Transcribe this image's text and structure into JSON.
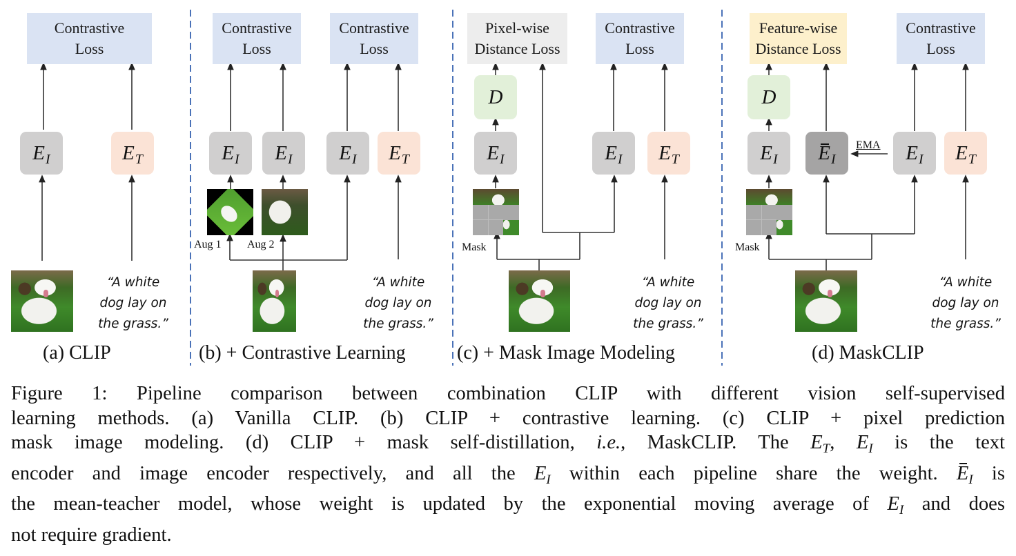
{
  "figure": {
    "panels": [
      {
        "id": "a",
        "subcaption": "(a) CLIP",
        "losses": [
          {
            "label": "Contrastive\nLoss",
            "color": "#dae3f3"
          }
        ],
        "encoders": [
          {
            "symbol": "E",
            "sub": "I",
            "type": "image"
          },
          {
            "symbol": "E",
            "sub": "T",
            "type": "text"
          }
        ],
        "text_input": "“A white\ndog lay on\nthe grass.”"
      },
      {
        "id": "b",
        "subcaption": "(b) + Contrastive Learning",
        "losses": [
          {
            "label": "Contrastive\nLoss",
            "color": "#dae3f3"
          },
          {
            "label": "Contrastive\nLoss",
            "color": "#dae3f3"
          }
        ],
        "encoders": [
          {
            "symbol": "E",
            "sub": "I",
            "type": "image"
          },
          {
            "symbol": "E",
            "sub": "I",
            "type": "image"
          },
          {
            "symbol": "E",
            "sub": "I",
            "type": "image"
          },
          {
            "symbol": "E",
            "sub": "T",
            "type": "text"
          }
        ],
        "aug_labels": [
          "Aug 1",
          "Aug 2"
        ],
        "text_input": "“A white\ndog lay on\nthe grass.”"
      },
      {
        "id": "c",
        "subcaption": "(c) + Mask Image Modeling",
        "losses": [
          {
            "label": "Pixel-wise\nDistance Loss",
            "color": "#ededed"
          },
          {
            "label": "Contrastive\nLoss",
            "color": "#dae3f3"
          }
        ],
        "decoder": {
          "symbol": "D"
        },
        "encoders": [
          {
            "symbol": "E",
            "sub": "I",
            "type": "image"
          },
          {
            "symbol": "E",
            "sub": "I",
            "type": "image"
          },
          {
            "symbol": "E",
            "sub": "T",
            "type": "text"
          }
        ],
        "mask_label": "Mask",
        "text_input": "“A white\ndog lay on\nthe grass.”"
      },
      {
        "id": "d",
        "subcaption": "(d) MaskCLIP",
        "losses": [
          {
            "label": "Feature-wise\nDistance Loss",
            "color": "#fdf0cc"
          },
          {
            "label": "Contrastive\nLoss",
            "color": "#dae3f3"
          }
        ],
        "decoder": {
          "symbol": "D"
        },
        "encoders": [
          {
            "symbol": "E",
            "sub": "I",
            "type": "image"
          },
          {
            "symbol": "E",
            "sub": "I",
            "type": "ema-teacher"
          },
          {
            "symbol": "E",
            "sub": "I",
            "type": "image"
          },
          {
            "symbol": "E",
            "sub": "T",
            "type": "text"
          }
        ],
        "ema_label": "EMA",
        "mask_label": "Mask",
        "text_input": "“A white\ndog lay on\nthe grass.”"
      }
    ],
    "colors": {
      "contrastive_loss": "#dae3f3",
      "pixel_loss": "#ededed",
      "feature_loss": "#fdf0cc",
      "image_encoder": "#d0cfcf",
      "text_encoder": "#fbe3d6",
      "decoder": "#e2f0d9",
      "ema_encoder": "#a5a4a4",
      "divider": "#4a72b8"
    }
  },
  "caption": {
    "lines": [
      [
        "Figure 1: Pipeline comparison between combination CLIP with different vision self-supervised"
      ],
      [
        "learning methods. (a) Vanilla CLIP. (b) CLIP + contrastive learning. (c) CLIP + pixel prediction"
      ],
      [
        "mask image modeling. (d) CLIP + mask self-distillation, ",
        "i.e.",
        "., MaskCLIP. The ",
        "E_T",
        ", ",
        "E_I",
        " is the text"
      ],
      [
        "encoder and image encoder respectively, and all the ",
        "E_I",
        " within each pipeline share the weight. ",
        "Ebar_I",
        " is"
      ],
      [
        "the mean-teacher model, whose weight is updated by the exponential moving average of ",
        "E_I",
        " and does"
      ],
      [
        "not require gradient."
      ]
    ],
    "l3a": "mask image modeling. (d) CLIP + mask self-distillation, ",
    "l3ie": "i.e.",
    "l3b": ", MaskCLIP. The ",
    "l3c": ", ",
    "l3d": " is the text",
    "l4a": "encoder and image encoder respectively, and all the ",
    "l4b": " within each pipeline share the weight. ",
    "l4c": " is",
    "l5a": "the mean-teacher model, whose weight is updated by the exponential moving average of ",
    "l5b": " and does",
    "sym_E": "E",
    "sub_T": "T",
    "sub_I": "I"
  }
}
